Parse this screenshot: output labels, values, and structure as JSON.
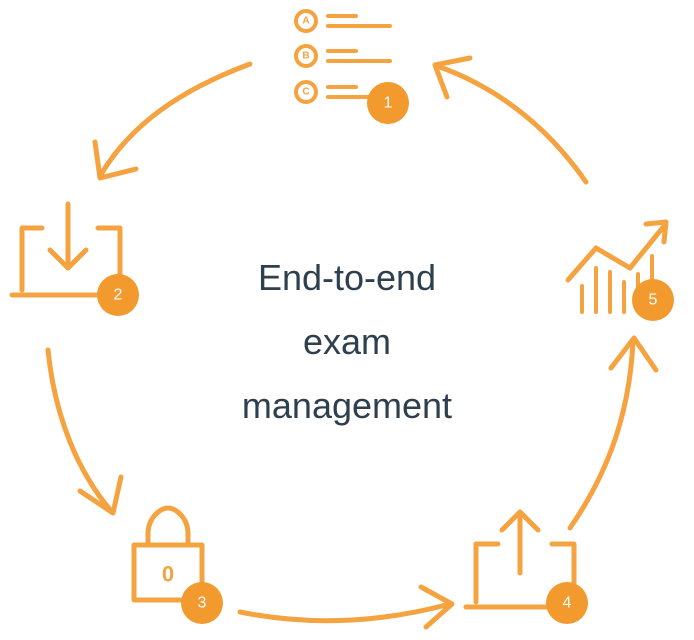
{
  "center_title": {
    "line1": "End-to-end",
    "line2": "exam",
    "line3": "management"
  },
  "steps": [
    {
      "number": "1",
      "icon": "multiple-choice-list-icon",
      "options": [
        "A",
        "B",
        "C"
      ]
    },
    {
      "number": "2",
      "icon": "download-icon"
    },
    {
      "number": "3",
      "icon": "padlock-icon",
      "glyph": "0"
    },
    {
      "number": "4",
      "icon": "upload-icon"
    },
    {
      "number": "5",
      "icon": "rising-chart-icon"
    }
  ],
  "colors": {
    "accent": "#F4A340",
    "badge": "#F29A2E",
    "text": "#2E3F4D",
    "background": "#FFFFFF"
  }
}
